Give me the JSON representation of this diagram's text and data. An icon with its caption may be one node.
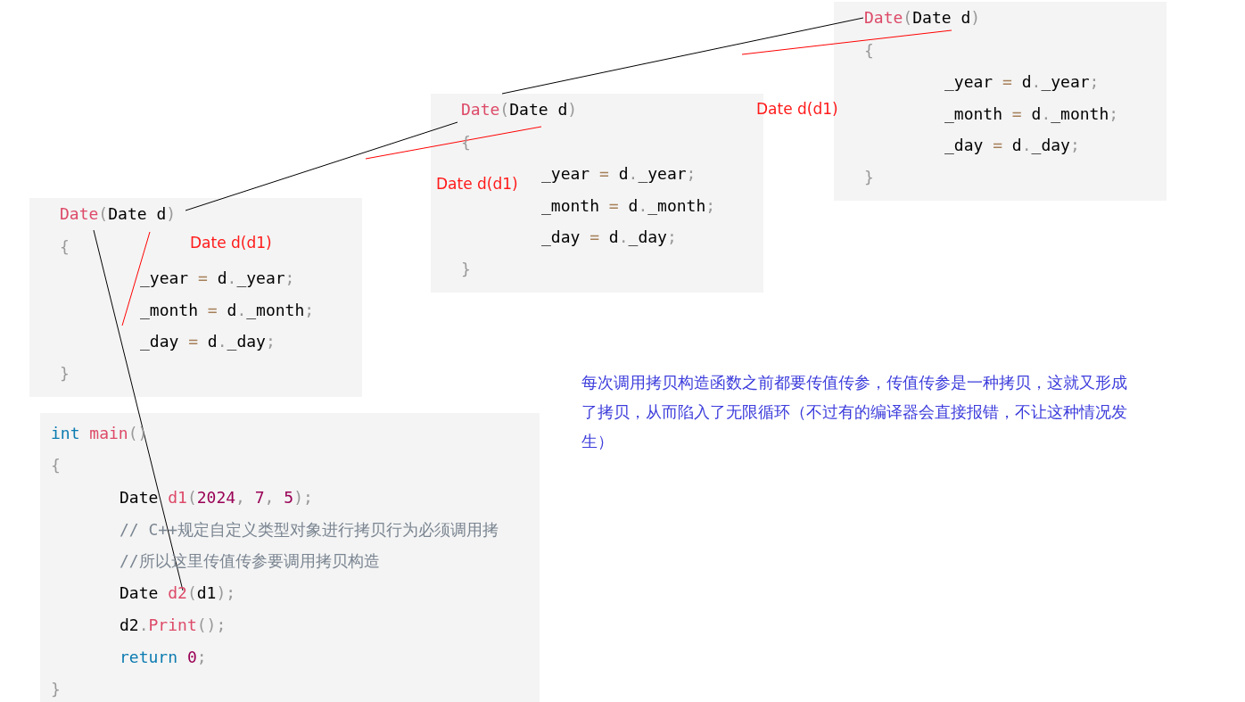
{
  "diagram": {
    "nodes": [
      {
        "text": [
          "int main()",
          "{",
          "Date d1(2024, 7, 5);",
          "// C++规定自定义类型对象进行拷贝行为必须调用拷",
          "//所以这里传值传参要调用拷贝构造",
          "Date d2(d1);",
          "d2.Print();",
          "return 0;",
          "}"
        ]
      },
      {
        "text": [
          "Date(Date d)",
          "{",
          "_year = d._year;",
          "_month = d._month;",
          "_day = d._day;",
          "}"
        ]
      },
      {
        "text": [
          "Date(Date d)",
          "{",
          "_year = d._year;",
          "_month = d._month;",
          "_day = d._day;",
          "}"
        ]
      },
      {
        "text": [
          "Date(Date d)",
          "{",
          "_year = d._year;",
          "_month = d._month;",
          "_day = d._day;",
          "}"
        ]
      }
    ],
    "edges": [
      {
        "from": 0,
        "to": 1,
        "arrow": "none"
      },
      {
        "from": 1,
        "to": 2,
        "arrow": "none"
      },
      {
        "from": 2,
        "to": 3,
        "arrow": "none"
      },
      {
        "from": 1,
        "to": null,
        "arrow": "none",
        "color": "#ff0000"
      },
      {
        "from": 2,
        "to": null,
        "arrow": "none",
        "color": "#ff0000"
      },
      {
        "from": 3,
        "to": null,
        "arrow": "none",
        "color": "#ff0000"
      }
    ],
    "labels": [
      "Date d(d1)",
      "Date d(d1)",
      "Date d(d1)",
      "每次调用拷贝构造函数之前都要传值传参，传值传参是一种拷贝，这就又形成了拷贝，从而陷入了无限循环（不过有的编译器会直接报错，不让这种情况发生）"
    ]
  }
}
